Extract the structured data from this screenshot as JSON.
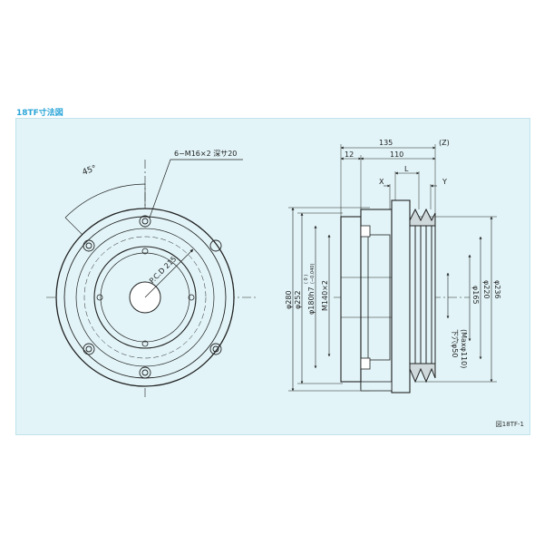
{
  "title": "18TF寸法図",
  "figure_caption": "図18TF-1",
  "front_view": {
    "angle_label": "45°",
    "hole_spec": "6−M16×2 深サ20",
    "pcd_label": "P.C.D 215"
  },
  "side_view": {
    "top_dims": {
      "d135": "135",
      "z": "(Z)",
      "d12": "12",
      "d110": "110",
      "l": "L",
      "x": "X",
      "y": "Y"
    },
    "left_dims": {
      "d280": "φ280",
      "d252": "φ252",
      "d180": "φ180h7",
      "d180_tol_upper": "( 0 )",
      "d180_tol_lower": "(−0.040)",
      "m140": "M140×2"
    },
    "right_dims": {
      "bore_line1": "下穴φ50",
      "bore_line2": "(Maxφ110)",
      "d165": "φ165",
      "d220": "φ220",
      "d236": "φ236"
    }
  },
  "colors": {
    "accent": "#2aa6d8",
    "panel_bg": "#e2f4f8",
    "line": "#222222"
  }
}
